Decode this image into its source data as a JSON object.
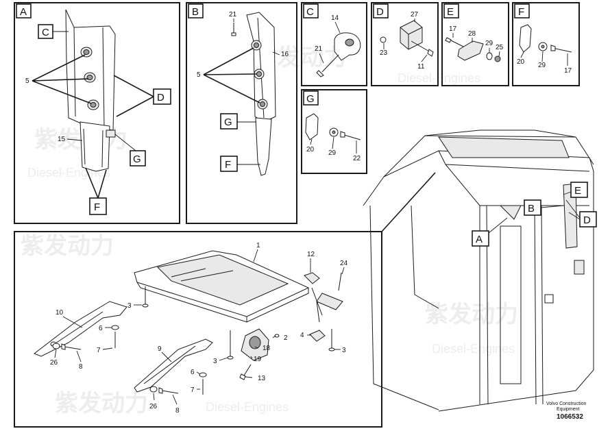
{
  "panels": {
    "A": {
      "label": "A",
      "callouts": [
        "C",
        "5",
        "D",
        "15",
        "G",
        "F"
      ]
    },
    "B": {
      "label": "B",
      "callouts": [
        "21",
        "16",
        "5",
        "G",
        "F"
      ]
    },
    "C": {
      "label": "C",
      "callouts": [
        "14",
        "21"
      ]
    },
    "D": {
      "label": "D",
      "callouts": [
        "27",
        "23",
        "11"
      ]
    },
    "E": {
      "label": "E",
      "callouts": [
        "17",
        "28",
        "29",
        "25"
      ]
    },
    "F": {
      "label": "F",
      "callouts": [
        "20",
        "29",
        "17"
      ]
    },
    "G": {
      "label": "G",
      "callouts": [
        "20",
        "29",
        "22"
      ]
    }
  },
  "roof_callouts": [
    "1",
    "12",
    "24",
    "3",
    "10",
    "6",
    "7",
    "26",
    "8",
    "9",
    "2",
    "18",
    "4",
    "19",
    "13",
    "3",
    "6",
    "7",
    "26",
    "8",
    "3"
  ],
  "cab_callouts": {
    "A": "A",
    "B": "B",
    "D": "D",
    "E": "E"
  },
  "watermark": {
    "cn": "紫发动力",
    "en": "Diesel-Engines"
  },
  "footer": {
    "brand": "Volvo Construction",
    "brand2": "Equipment",
    "drawing_no": "1066532"
  }
}
